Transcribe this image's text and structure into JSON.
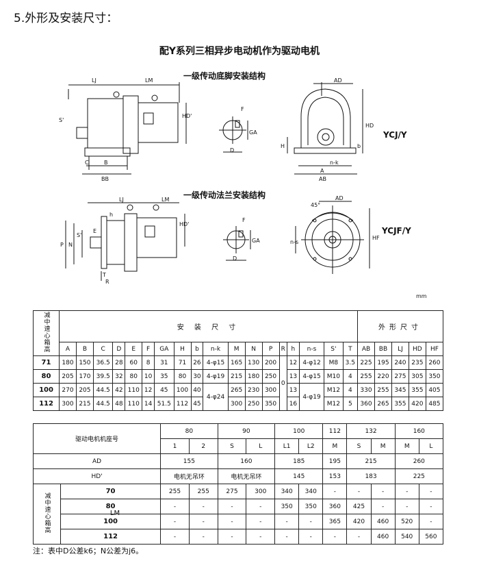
{
  "heading": "5.外形及安装尺寸：",
  "subtitle": "配Y系列三相异步电动机作为驱动电机",
  "captions": {
    "foot": "一级传动底脚安装结构",
    "flange": "一级传动法兰安装结构"
  },
  "model_tags": {
    "foot": "YCJ/Y",
    "flange": "YCJF/Y"
  },
  "unit": "mm",
  "dim_labels": {
    "LJ": "LJ",
    "LM": "LM",
    "HD1": "HD'",
    "S1": "S'",
    "C": "C",
    "B": "B",
    "BB": "BB",
    "F": "F",
    "GA": "GA",
    "D": "D",
    "AD": "AD",
    "HD": "HD",
    "H": "H",
    "b": "b",
    "nk": "n-k",
    "A": "A",
    "AB": "AB",
    "h": "h",
    "E": "E",
    "P": "P",
    "N": "N",
    "T": "T",
    "R": "R",
    "deg45": "45°",
    "ns": "n-s",
    "HF": "HF"
  },
  "table1": {
    "corner": "减中速心箱高",
    "group_install": "安 装 尺 寸",
    "group_outline": "外形尺寸",
    "columns": [
      "A",
      "B",
      "C",
      "D",
      "E",
      "F",
      "GA",
      "H",
      "b",
      "n-k",
      "M",
      "N",
      "P",
      "R",
      "h",
      "n-s",
      "S'",
      "T",
      "AB",
      "BB",
      "LJ",
      "HD",
      "HF"
    ],
    "rows": [
      {
        "size": "71",
        "A": "180",
        "B": "150",
        "C": "36.5",
        "D": "28",
        "E": "60",
        "F": "8",
        "GA": "31",
        "H": "71",
        "b": "26",
        "nk": "4-φ15",
        "M": "165",
        "N": "130",
        "P": "200",
        "h": "12",
        "ns": "4-φ12",
        "S": "M8",
        "T": "3.5",
        "AB": "225",
        "BB": "195",
        "LJ": "240",
        "HD": "235",
        "HF": "260"
      },
      {
        "size": "80",
        "A": "205",
        "B": "170",
        "C": "39.5",
        "D": "32",
        "E": "80",
        "F": "10",
        "GA": "35",
        "H": "80",
        "b": "30",
        "nk": "4-φ19",
        "M": "215",
        "N": "180",
        "P": "250",
        "h": "13",
        "ns": "4-φ15",
        "S": "M10",
        "T": "4",
        "AB": "255",
        "BB": "220",
        "LJ": "275",
        "HD": "305",
        "HF": "350"
      },
      {
        "size": "100",
        "A": "270",
        "B": "205",
        "C": "44.5",
        "D": "42",
        "E": "110",
        "F": "12",
        "GA": "45",
        "H": "100",
        "b": "40",
        "M": "265",
        "N": "230",
        "P": "300",
        "h": "13",
        "S": "M12",
        "T": "4",
        "AB": "330",
        "BB": "255",
        "LJ": "345",
        "HD": "355",
        "HF": "405"
      },
      {
        "size": "112",
        "A": "300",
        "B": "215",
        "C": "44.5",
        "D": "48",
        "E": "110",
        "F": "14",
        "GA": "51.5",
        "H": "112",
        "b": "45",
        "M": "300",
        "N": "250",
        "P": "350",
        "h": "16",
        "S": "M12",
        "T": "5",
        "AB": "360",
        "BB": "265",
        "LJ": "355",
        "HD": "420",
        "HF": "485"
      }
    ],
    "nk_merged": "4-φ24",
    "ns_merged": "4-φ19",
    "R_merged": "0"
  },
  "table2": {
    "header_label": "驱动电机机座号",
    "frames": [
      "80",
      "90",
      "100",
      "112",
      "132",
      "160"
    ],
    "subframes": [
      "1",
      "2",
      "S",
      "L",
      "L1",
      "L2",
      "M",
      "S",
      "M",
      "M",
      "L"
    ],
    "AD_label": "AD",
    "AD_values": [
      "155",
      "160",
      "185",
      "195",
      "215",
      "260"
    ],
    "HD_label": "HD'",
    "HD_values": [
      "电机无吊环",
      "电机无吊环",
      "145",
      "153",
      "183",
      "225"
    ],
    "corner": "减中速心箱高",
    "LM_label": "LM",
    "LM_rows": [
      {
        "size": "70",
        "vals": [
          "255",
          "255",
          "275",
          "300",
          "340",
          "340",
          "-",
          "-",
          "-",
          "-",
          "-"
        ]
      },
      {
        "size": "80",
        "vals": [
          "-",
          "-",
          "-",
          "-",
          "350",
          "350",
          "360",
          "425",
          "-",
          "-",
          "-"
        ]
      },
      {
        "size": "100",
        "vals": [
          "-",
          "-",
          "-",
          "-",
          "-",
          "-",
          "365",
          "420",
          "460",
          "520",
          "-"
        ]
      },
      {
        "size": "112",
        "vals": [
          "-",
          "-",
          "-",
          "-",
          "-",
          "-",
          "-",
          "-",
          "460",
          "540",
          "560"
        ]
      }
    ]
  },
  "note": "注：表中D公差k6；N公差为j6。"
}
